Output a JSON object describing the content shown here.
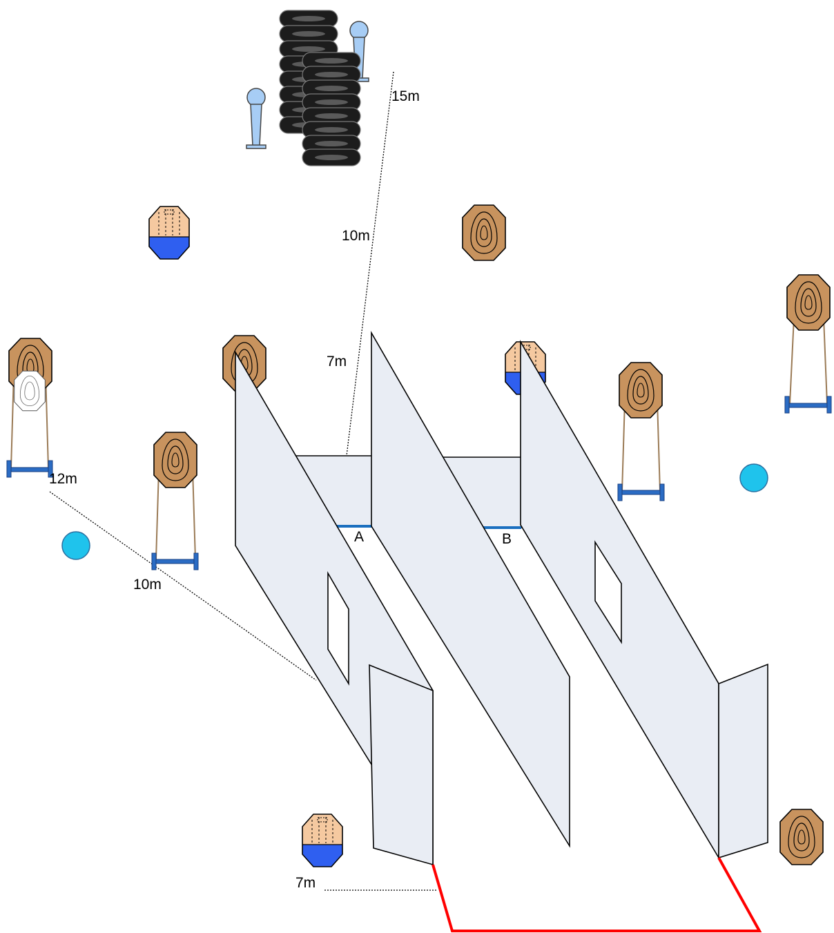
{
  "diagram": {
    "distance_labels": {
      "d15": "15m",
      "d10_top": "10m",
      "d7_mid": "7m",
      "d12": "12m",
      "d10_left": "10m",
      "d7_bottom": "7m"
    },
    "position_labels": {
      "a": "A",
      "b": "B"
    },
    "colors": {
      "wall_fill": "#e9edf4",
      "target_brown": "#c8935e",
      "target_tan": "#f5c9a0",
      "no_shoot_blue": "#2f5ff0",
      "popper_blue": "#a7cdf5",
      "disc_cyan": "#1fc3ec",
      "stand_blue": "#2b6cc4",
      "fault_line_red": "#ff0000",
      "tire_black": "#1c1c1c"
    },
    "icons": [
      "ipsc-paper-target-icon",
      "no-shoot-target-icon",
      "steel-popper-icon",
      "round-steel-plate-icon",
      "tire-stack-icon",
      "target-stand-icon"
    ]
  }
}
